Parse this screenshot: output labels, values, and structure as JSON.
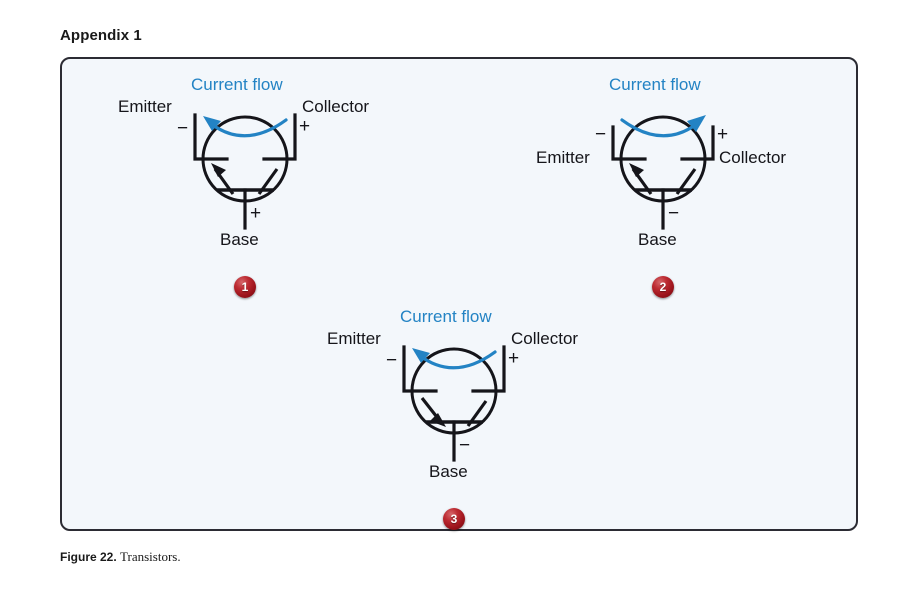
{
  "heading": "Appendix 1",
  "caption": {
    "label": "Figure 22.",
    "text": "Transistors."
  },
  "colors": {
    "panel_background": "#f3f7fb",
    "panel_border": "#2b2b33",
    "current_flow": "#2383c4",
    "symbol_line": "#15151a",
    "badge_red": "#9a131b",
    "badge_text": "#ffffff"
  },
  "diagrams": [
    {
      "id": "transistor-1",
      "badge": "1",
      "current_flow_label": "Current flow",
      "current_flow_direction": "left",
      "emitter_label": "Emitter",
      "emitter_sign": "−",
      "collector_label": "Collector",
      "collector_sign": "+",
      "base_label": "Base",
      "base_sign": "+",
      "emitter_arrow_direction": "outward",
      "label_placement": "above-leads"
    },
    {
      "id": "transistor-2",
      "badge": "2",
      "current_flow_label": "Current flow",
      "current_flow_direction": "right",
      "emitter_label": "Emitter",
      "emitter_sign": "−",
      "collector_label": "Collector",
      "collector_sign": "+",
      "base_label": "Base",
      "base_sign": "−",
      "emitter_arrow_direction": "outward",
      "label_placement": "beside-leads"
    },
    {
      "id": "transistor-3",
      "badge": "3",
      "current_flow_label": "Current flow",
      "current_flow_direction": "left",
      "emitter_label": "Emitter",
      "emitter_sign": "−",
      "collector_label": "Collector",
      "collector_sign": "+",
      "base_label": "Base",
      "base_sign": "−",
      "emitter_arrow_direction": "inward",
      "label_placement": "above-leads"
    }
  ]
}
